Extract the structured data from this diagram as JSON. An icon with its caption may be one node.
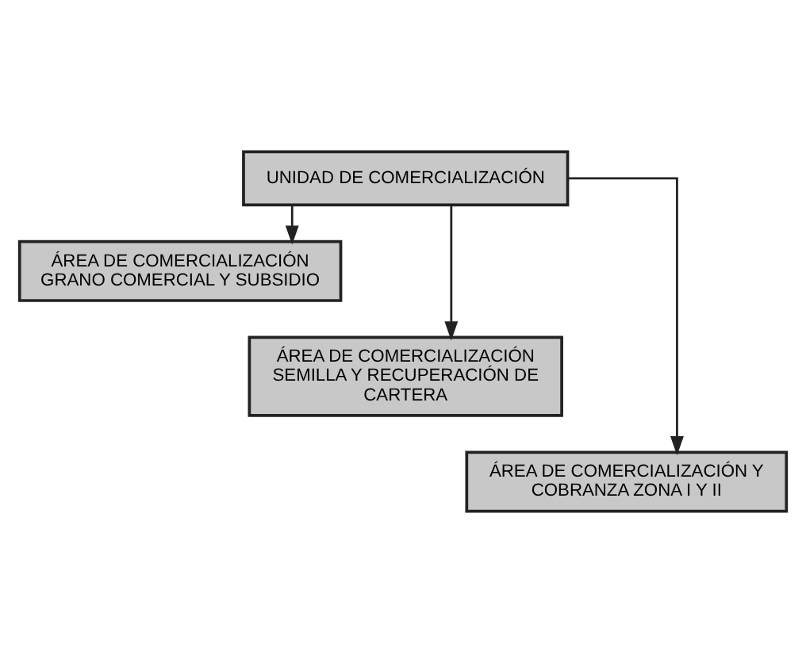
{
  "diagram": {
    "nodes": [
      {
        "text": [
          "UNIDAD DE COMERCIALIZACIÓN"
        ]
      },
      {
        "text": [
          "ÁREA DE COMERCIALIZACIÓN GRANO COMERCIAL Y SUBSIDIO"
        ]
      },
      {
        "text": [
          "ÁREA DE COMERCIALIZACIÓN SEMILLA Y RECUPERACIÓN DE CARTERA"
        ]
      },
      {
        "text": [
          "ÁREA DE COMERCIALIZACIÓN Y COBRANZA ZONA I Y II"
        ]
      }
    ],
    "edges": [
      {
        "from": 0,
        "to": 1,
        "arrow": "to"
      },
      {
        "from": 0,
        "to": 2,
        "arrow": "to"
      },
      {
        "from": 0,
        "to": 3,
        "arrow": "to"
      }
    ]
  }
}
